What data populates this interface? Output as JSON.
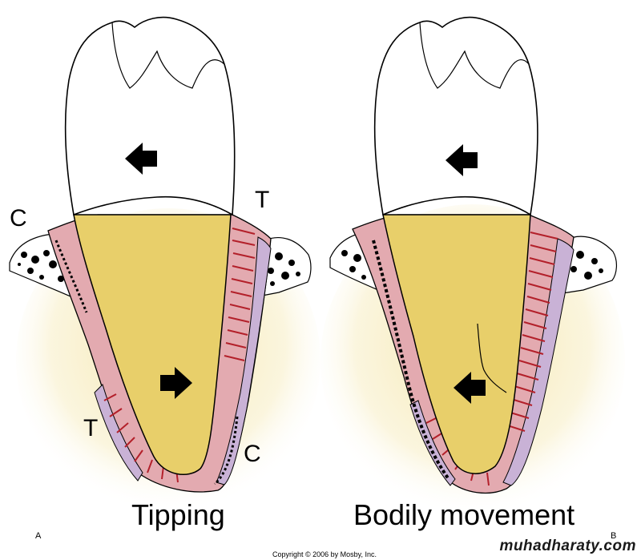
{
  "panel_a": {
    "caption": "Tipping",
    "corner_letter": "A",
    "labels": {
      "crown_side_left": "C",
      "crown_side_right": "T",
      "apex_left": "T",
      "apex_right": "C"
    }
  },
  "panel_b": {
    "caption": "Bodily movement",
    "corner_letter": "B"
  },
  "copyright": "Copyright © 2006 by Mosby, Inc.",
  "watermark": "muhadharaty.com",
  "colors": {
    "root": "#e8cf6a",
    "pdl_pink": "#e3aab0",
    "fiber_red": "#b3202a",
    "pdl_lavender": "#c9b2d6",
    "bone_glow": "#f6edbe",
    "crown": "#ffffff",
    "outline": "#000000"
  }
}
